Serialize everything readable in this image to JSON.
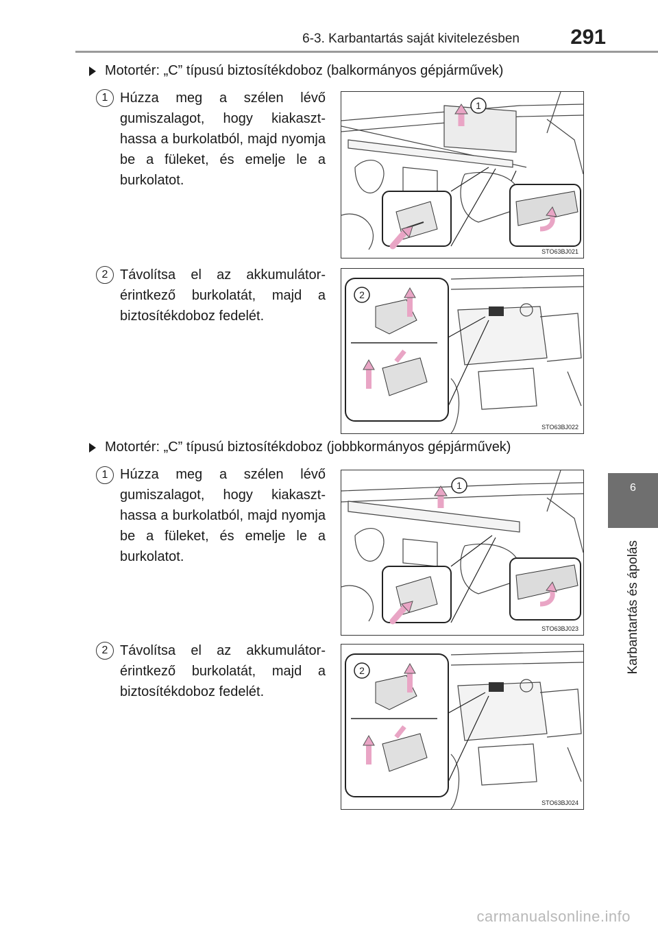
{
  "header": {
    "section_title": "6-3. Karbantartás saját kivitelezésben",
    "page_number": "291"
  },
  "side_tab": {
    "chapter_number": "6",
    "chapter_title": "Karbantartás és ápolás"
  },
  "sections": [
    {
      "heading": "Motortér: „C” típusú biztosítékdoboz (balkormányos gépjárművek)",
      "steps": [
        {
          "number": "1",
          "text": "Húzza meg a szélen lévő gumiszalagot, hogy kiakaszt-hassa a burkolatból, majd nyomja be a füleket, és emelje le a burkolatot.",
          "figure_code": "STO63BJ021",
          "figure_label": "1"
        },
        {
          "number": "2",
          "text": "Távolítsa el az akkumulátor-érintkező burkolatát, majd a biztosítékdoboz fedelét.",
          "figure_code": "STO63BJ022",
          "figure_label": "2"
        }
      ]
    },
    {
      "heading": "Motortér: „C” típusú biztosítékdoboz (jobbkormányos gépjárművek)",
      "steps": [
        {
          "number": "1",
          "text": "Húzza meg a szélen lévő gumiszalagot, hogy kiakaszt-hassa a burkolatból, majd nyomja be a füleket, és emelje le a burkolatot.",
          "figure_code": "STO63BJ023",
          "figure_label": "1"
        },
        {
          "number": "2",
          "text": "Távolítsa el az akkumulátor-érintkező burkolatát, majd a biztosítékdoboz fedelét.",
          "figure_code": "STO63BJ024",
          "figure_label": "2"
        }
      ]
    }
  ],
  "watermark": "carmanualsonline.info",
  "colors": {
    "arrow_pink": "#e9a5c5",
    "side_tab_gray": "#6f6f6f",
    "header_rule": "#9a9a9a"
  }
}
